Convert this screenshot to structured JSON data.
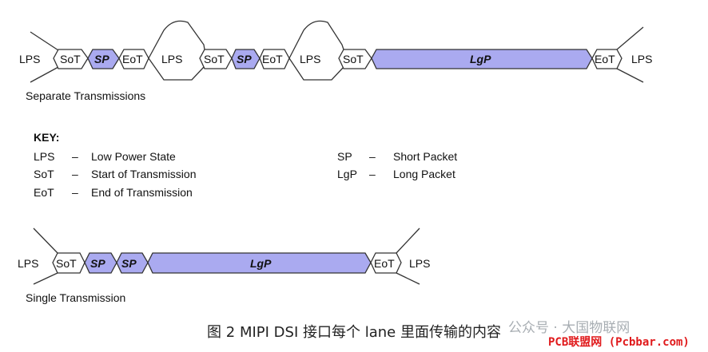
{
  "diagram": {
    "colors": {
      "packet_fill": "#aaaaf0",
      "stroke": "#333333",
      "text": "#111111",
      "watermark_red": "#e0191b"
    },
    "separate": {
      "caption": "Separate Transmissions",
      "lps_labels": [
        "LPS",
        "LPS",
        "LPS",
        "LPS"
      ],
      "sot_labels": [
        "SoT",
        "SoT",
        "SoT"
      ],
      "sp_labels": [
        "SP",
        "SP"
      ],
      "eot_labels": [
        "EoT",
        "EoT",
        "EoT"
      ],
      "lgp_label": "LgP"
    },
    "single": {
      "caption": "Single Transmission",
      "lps_labels": [
        "LPS",
        "LPS"
      ],
      "sot_label": "SoT",
      "sp_labels": [
        "SP",
        "SP"
      ],
      "lgp_label": "LgP",
      "eot_label": "EoT"
    }
  },
  "key": {
    "title": "KEY:",
    "entries": [
      {
        "abbr": "LPS",
        "dash": "–",
        "meaning": "Low Power State"
      },
      {
        "abbr": "SoT",
        "dash": "–",
        "meaning": "Start of Transmission"
      },
      {
        "abbr": "EoT",
        "dash": "–",
        "meaning": "End of Transmission"
      },
      {
        "abbr": "SP",
        "dash": "–",
        "meaning": "Short Packet"
      },
      {
        "abbr": "LgP",
        "dash": "–",
        "meaning": "Long Packet"
      }
    ]
  },
  "figure_caption": "图 2 MIPI DSI 接口每个 lane 里面传输的内容",
  "watermark": {
    "line1": "公众号 · 大国物联网",
    "line2": "PCB联盟网 (Pcbbar.com)"
  }
}
